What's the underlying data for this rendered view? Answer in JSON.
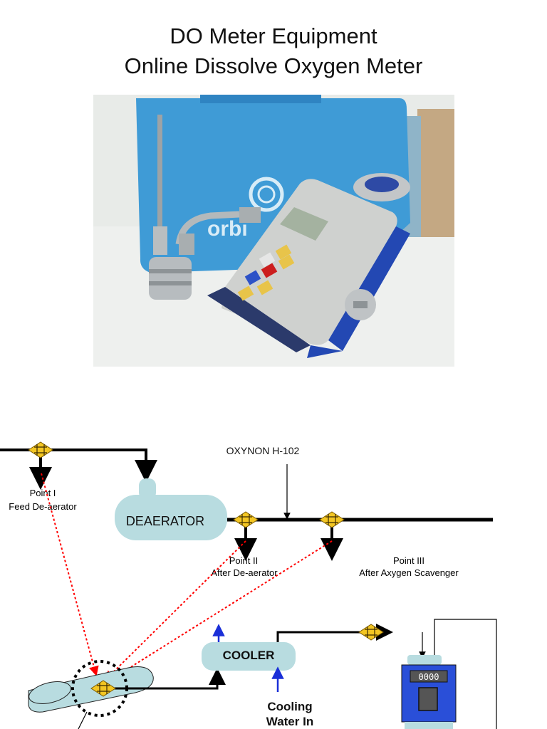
{
  "title": {
    "line1": "DO Meter Equipment",
    "line2": "Online Dissolve Oxygen Meter"
  },
  "photo": {
    "case_brand": "orbi",
    "meter_display": ""
  },
  "diagram": {
    "analyzer_label": "OXYNON H-102",
    "deaerator_label": "DEAERATOR",
    "cooler_label": "COOLER",
    "point1": {
      "line1": "Point I",
      "line2": "Feed De-aerator"
    },
    "point2": {
      "line1": "Point II",
      "line2": "After De-aerator"
    },
    "point3": {
      "line1": "Point III",
      "line2": "After Axygen Scavenger"
    },
    "cooling_water": {
      "line1": "Cooling",
      "line2": "Water In"
    },
    "meter_readout": "0000"
  },
  "colors": {
    "vessel_fill": "#b8dce0",
    "meter_blue": "#2a4fd8",
    "valve_yellow": "#f3c623",
    "sample_line_red": "#ff0000",
    "pipe_black": "#000000",
    "case_blue": "#3f9bd6"
  }
}
